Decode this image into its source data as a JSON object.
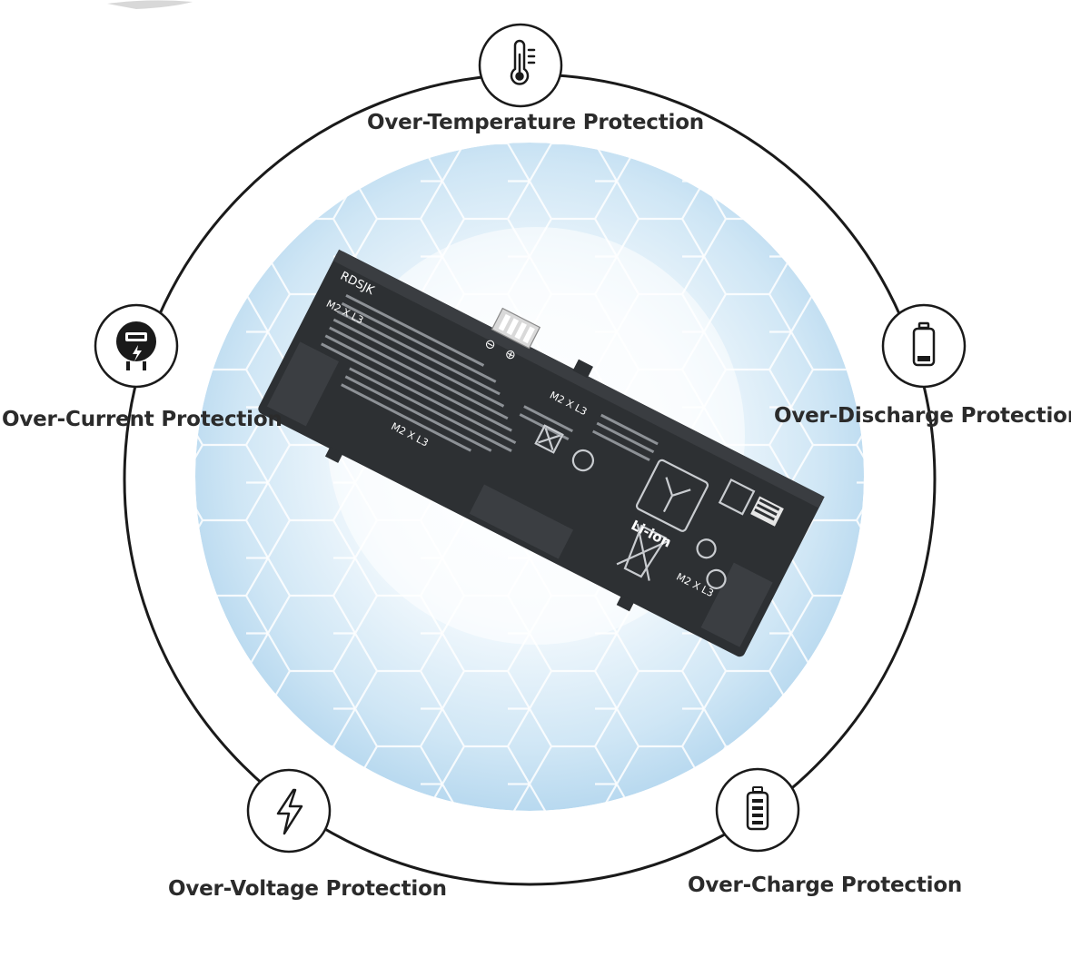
{
  "features": {
    "temperature": {
      "label": "Over-Temperature Protection",
      "icon": "thermometer-icon"
    },
    "current": {
      "label": "Over-Current Protection",
      "icon": "meter-icon"
    },
    "discharge": {
      "label": "Over-Discharge Protection",
      "icon": "battery-low-icon"
    },
    "voltage": {
      "label": "Over-Voltage Protection",
      "icon": "lightning-icon"
    },
    "charge": {
      "label": "Over-Charge Protection",
      "icon": "battery-full-icon"
    }
  },
  "battery": {
    "model": "RDSJK",
    "marks": [
      "M2 X L3",
      "M2 X L3",
      "M2 X L3",
      "M2 X L3"
    ],
    "chemistry": "Li-ion",
    "polarity_minus": "⊖",
    "polarity_plus": "⊕"
  },
  "colors": {
    "ring": "#1a1a1a",
    "glow_center": "#ffffff",
    "glow_edge": "#b9d9ef",
    "battery_body": "#2d3033",
    "label_text": "#2b2b2b"
  }
}
